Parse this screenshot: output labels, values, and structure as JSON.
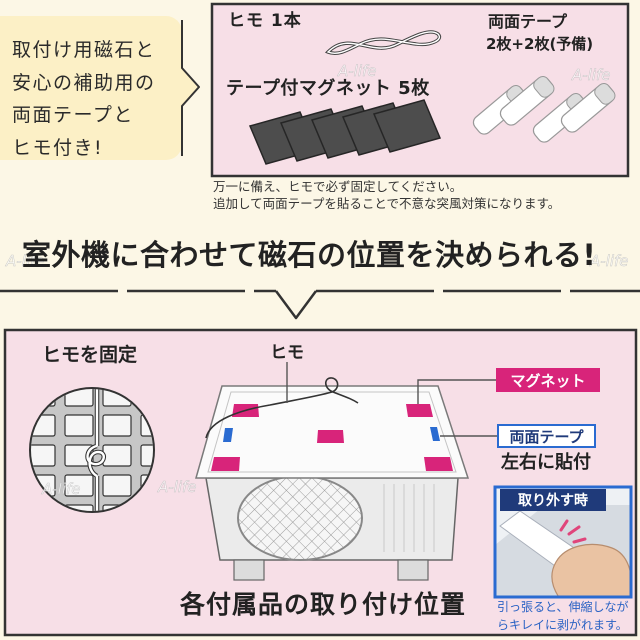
{
  "bubble": {
    "lines": [
      "取付け用磁石と",
      "安心の補助用の",
      "両面テープと",
      "ヒモ付き!"
    ]
  },
  "contents_box": {
    "string_label": "ヒモ 1本",
    "tape_label": "両面テープ",
    "tape_count": "2枚+2枚(予備)",
    "magnet_label": "テープ付マグネット 5枚"
  },
  "note": {
    "lines": [
      "万一に備え、ヒモで必ず固定してください。",
      "追加して両面テープを貼ることで不意な突風対策になります。"
    ]
  },
  "banner": {
    "text": "室外機に合わせて磁石の位置を決められる!"
  },
  "diagram": {
    "fix_string_label": "ヒモを固定",
    "string_label": "ヒモ",
    "magnet_label": "マグネット",
    "tape_label": "両面テープ",
    "tape_note": "左右に貼付",
    "remove": {
      "label": "取り外す時",
      "note_lines": [
        "引っ張ると、伸縮しなが",
        "らキレイに剥がれます。"
      ]
    },
    "caption": "各付属品の取り付け位置"
  },
  "watermark": "A-life",
  "colors": {
    "background": "#fcf7e6",
    "panel_pink": "#f7dfe7",
    "bubble_yellow": "#fcf0c6",
    "magnet_gray": "#4d4d4d",
    "magnet_magenta": "#d8247a",
    "tape_blue": "#2a6bd1",
    "label_navy": "#1f3a7a",
    "note_blue": "#2a62c4"
  }
}
